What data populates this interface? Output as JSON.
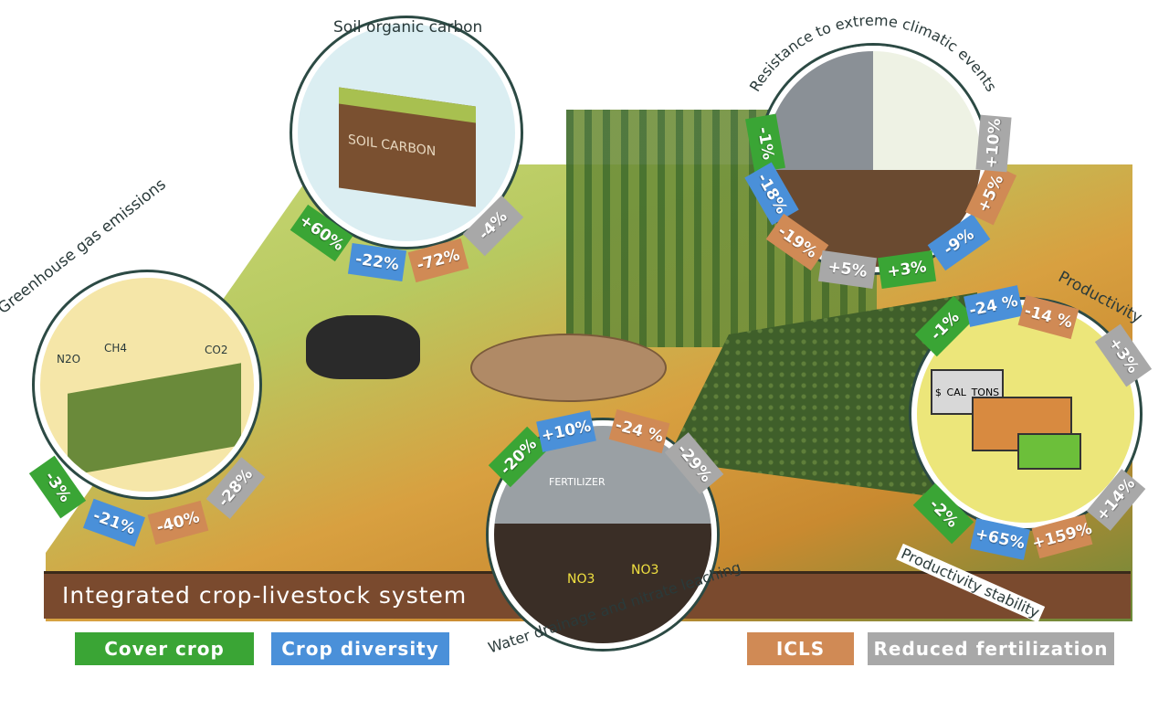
{
  "title": "Integrated crop-livestock system",
  "colors": {
    "cover_crop": "#3aa535",
    "crop_diversity": "#4a90d9",
    "icls": "#d08a55",
    "reduced_fertilization": "#a8a8a8"
  },
  "legend": [
    "Cover crop",
    "Crop diversity",
    "ICLS",
    "Reduced fertilization"
  ],
  "ghg": {
    "label": "Greenhouse gas emissions",
    "gases": [
      "N2O",
      "CH4",
      "CO2"
    ],
    "values": [
      "-3%",
      "-21%",
      "-40%",
      "-28%"
    ]
  },
  "soc": {
    "label": "Soil organic carbon",
    "illustration_text": "SOIL CARBON",
    "values": [
      "+60%",
      "-22%",
      "-72%",
      "-4%"
    ]
  },
  "resistance": {
    "label": "Resistance to extreme climatic events",
    "values": [
      "-1%",
      "-18%",
      "-19%",
      "+5%",
      "+3%",
      "-9%",
      "+5%",
      "+10%"
    ]
  },
  "productivity": {
    "label": "Productivity",
    "values": [
      "-1%",
      "-24 %",
      "-14 %",
      "+3%"
    ],
    "sign": [
      "$",
      "CAL",
      "TONS"
    ]
  },
  "stability": {
    "label": "Productivity stability",
    "values": [
      "-2%",
      "+65%",
      "+159%",
      "+14%"
    ]
  },
  "water": {
    "label": "Water drainage and nitrate leaching",
    "illustration_text": "FERTILIZER",
    "nitrate": [
      "NO3",
      "NO3"
    ],
    "values": [
      "-20%",
      "+10%",
      "-24 %",
      "-29%"
    ]
  }
}
